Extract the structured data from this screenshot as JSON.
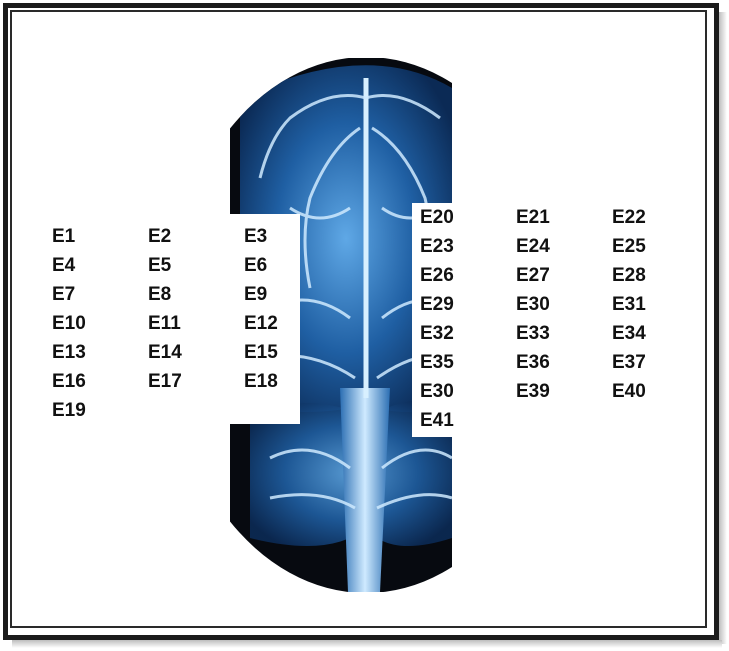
{
  "colors": {
    "brain_background": "#0a0d14",
    "brain_light": "#bfe3ff",
    "brain_mid": "#3c86c8",
    "brain_dark": "#0b2a55",
    "frame": "#1b1b1b"
  },
  "left_labels": [
    [
      "E1",
      "E2",
      "E3"
    ],
    [
      "E4",
      "E5",
      "E6"
    ],
    [
      "E7",
      "E8",
      "E9"
    ],
    [
      "E10",
      "E11",
      "E12"
    ],
    [
      "E13",
      "E14",
      "E15"
    ],
    [
      "E16",
      "E17",
      "E18"
    ],
    [
      "E19",
      "",
      ""
    ]
  ],
  "right_labels": [
    [
      "E20",
      "E21",
      "E22"
    ],
    [
      "E23",
      "E24",
      "E25"
    ],
    [
      "E26",
      "E27",
      "E28"
    ],
    [
      "E29",
      "E30",
      "E31"
    ],
    [
      "E32",
      "E33",
      "E34"
    ],
    [
      "E35",
      "E36",
      "E37"
    ],
    [
      "E30",
      "E39",
      "E40"
    ],
    [
      "E41",
      "",
      ""
    ]
  ]
}
